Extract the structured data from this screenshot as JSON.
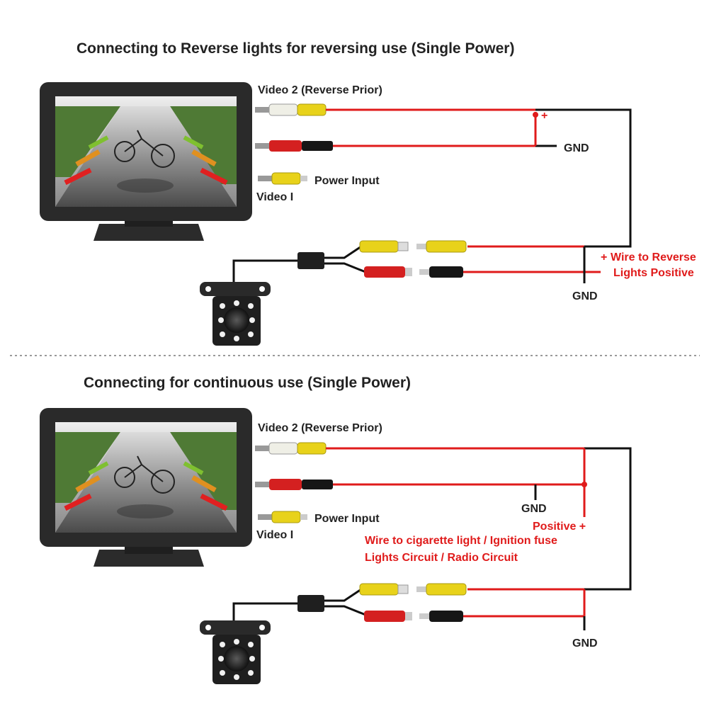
{
  "colors": {
    "wire_black": "#111111",
    "wire_red": "#e01b1b",
    "connector_yellow": "#e8d21a",
    "connector_red": "#d42020",
    "connector_white": "#efefe6",
    "text_red": "#e01b1b"
  },
  "sections": [
    {
      "title": "Connecting to Reverse lights for reversing use (Single Power)",
      "video2_label": "Video 2 (Reverse Prior)",
      "power_input_label": "Power Input",
      "video1_label": "Video I",
      "gnd_top": "GND",
      "gnd_bottom": "GND",
      "plus_top": "+",
      "plus_reverse": "+",
      "reverse_line1": "Wire to Reverse",
      "reverse_line2": "Lights Positive"
    },
    {
      "title": "Connecting for continuous use (Single Power)",
      "video2_label": "Video 2 (Reverse Prior)",
      "power_input_label": "Power Input",
      "video1_label": "Video I",
      "gnd_mid": "GND",
      "positive_label": "Positive +",
      "cig_line1": "Wire to cigarette light / Ignition fuse",
      "cig_line2": "Lights Circuit / Radio Circuit",
      "gnd_bottom": "GND"
    }
  ]
}
